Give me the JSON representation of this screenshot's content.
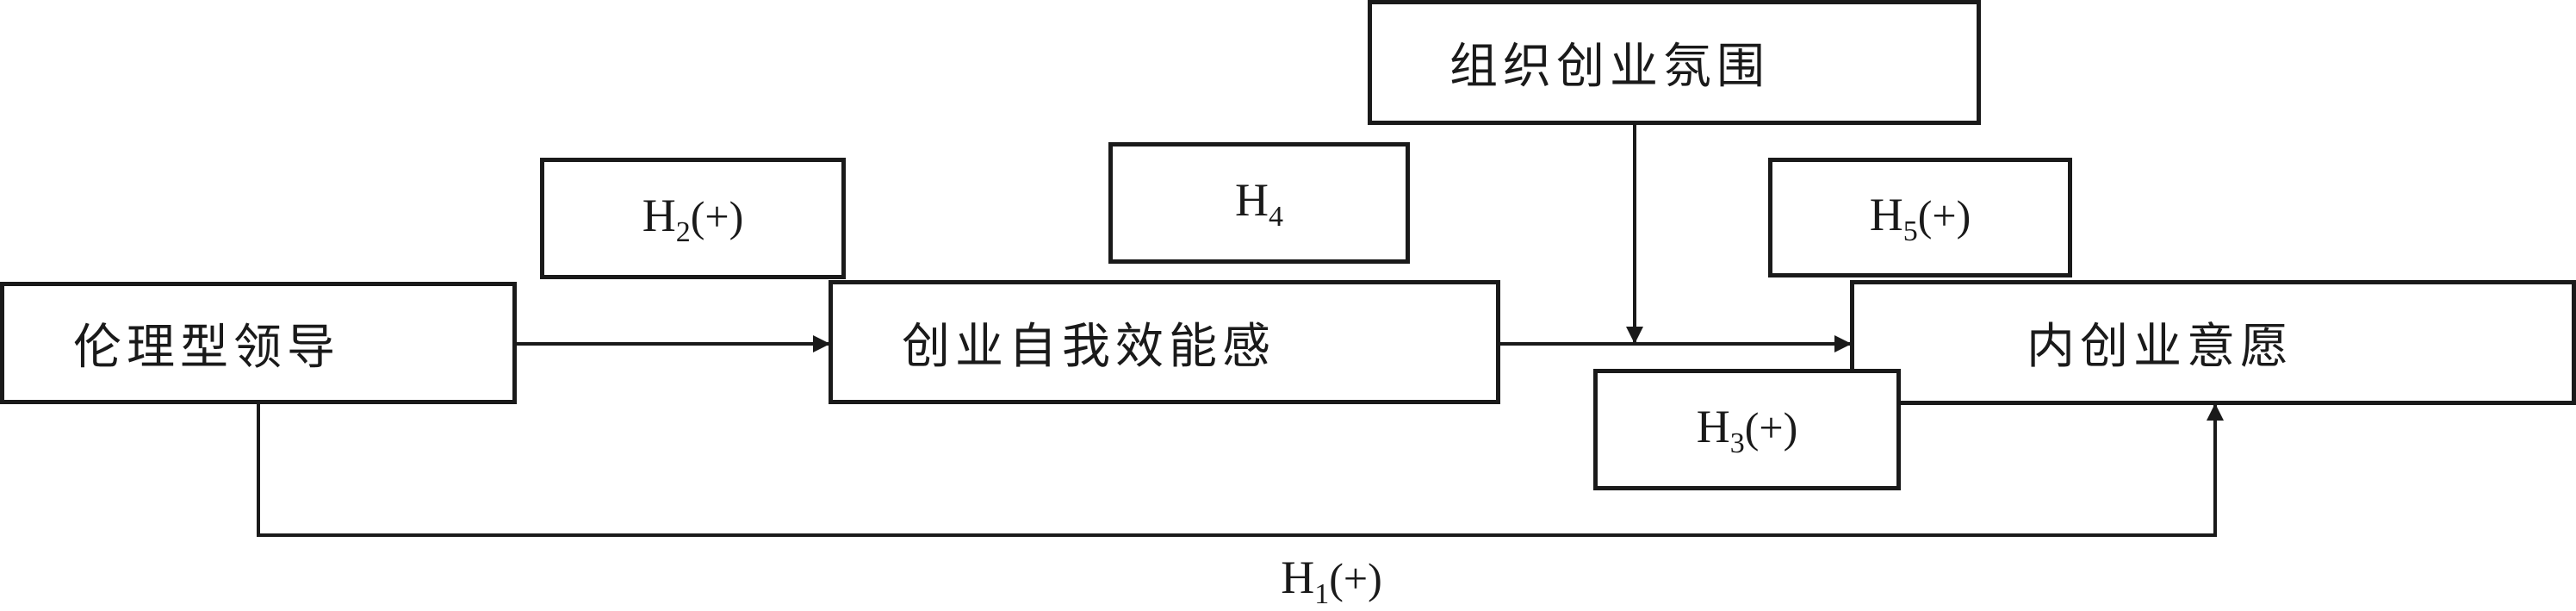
{
  "nodes": {
    "ethical_leadership": "伦理型领导",
    "self_efficacy": "创业自我效能感",
    "intrapreneurial_intention": "内创业意愿",
    "entrepreneurial_climate": "组织创业氛围"
  },
  "hypotheses": {
    "h1": {
      "letter": "H",
      "sub": "1",
      "sign": "(+)"
    },
    "h2": {
      "letter": "H",
      "sub": "2",
      "sign": "(+)"
    },
    "h3": {
      "letter": "H",
      "sub": "3",
      "sign": "(+)"
    },
    "h4": {
      "letter": "H",
      "sub": "4",
      "sign": ""
    },
    "h5": {
      "letter": "H",
      "sub": "5",
      "sign": "(+)"
    }
  },
  "colors": {
    "stroke": "#1a1a1a",
    "background": "#ffffff"
  }
}
